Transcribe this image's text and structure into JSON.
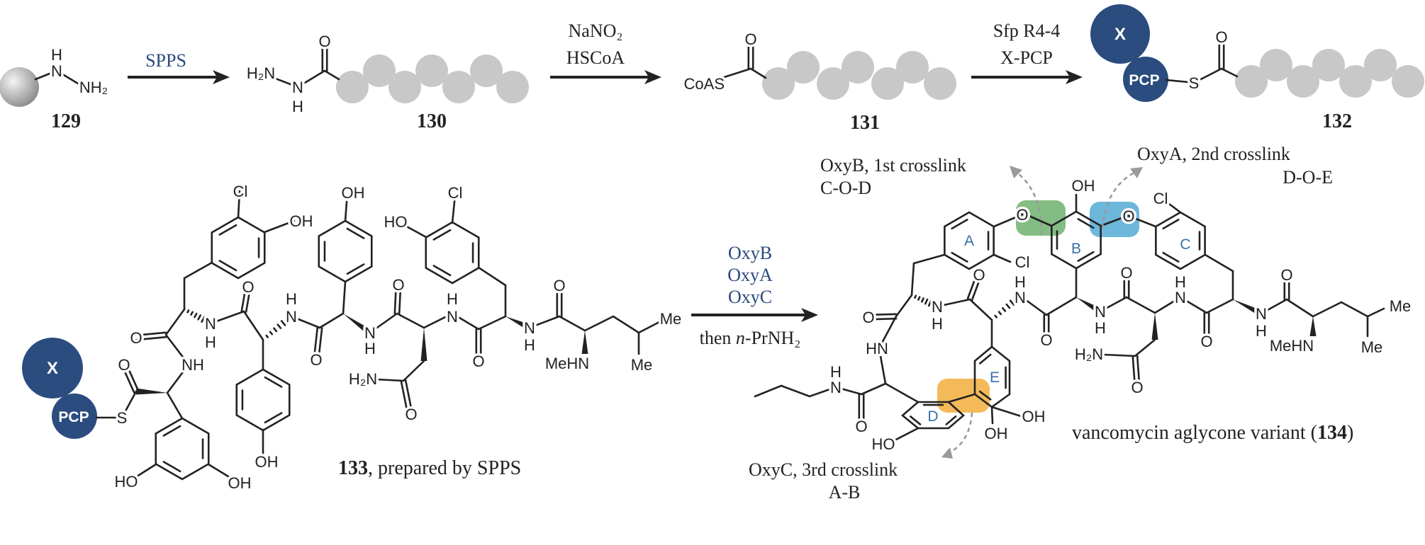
{
  "scheme": {
    "step1": {
      "reagent": "SPPS"
    },
    "step2": {
      "reagent_line1": "NaNO₂",
      "reagent_line2": "HSCoA"
    },
    "step3": {
      "reagent_line1": "Sfp R4-4",
      "reagent_line2": "X-PCP"
    },
    "step4": {
      "enzymes": [
        "OxyB",
        "OxyA",
        "OxyC"
      ],
      "then": "then ",
      "n": "n",
      "amine": "-PrNH₂"
    }
  },
  "compounds": {
    "c129": "129",
    "c130": "130",
    "c131": "131",
    "c132": "132",
    "c133": {
      "number": "133",
      "caption": ", prepared by SPPS"
    },
    "c134": {
      "caption": "vancomycin aglycone variant (",
      "number": "134",
      "close": ")"
    }
  },
  "carrier": {
    "domain": "X",
    "pcp": "PCP"
  },
  "crosslinks": [
    {
      "label": "OxyB, 1st crosslink",
      "rings": "C-O-D"
    },
    {
      "label": "OxyA, 2nd crosslink",
      "rings": "D-O-E"
    },
    {
      "label": "OxyC, 3rd crosslink",
      "rings": "A-B"
    }
  ],
  "ring_labels": [
    "A",
    "B",
    "C",
    "D",
    "E"
  ],
  "atoms": {
    "O": "O",
    "OH": "OH",
    "HO": "HO",
    "Cl": "Cl",
    "N": "N",
    "H": "H",
    "NH": "NH",
    "HN": "HN",
    "H2N": "H₂N",
    "NH2": "NH₂",
    "MeHN": "MeHN",
    "Me": "Me",
    "S": "S",
    "CoAS": "CoAS"
  },
  "colors": {
    "carrier_protein": "#2b4c7e",
    "peptide_bead": "#c8c8c8",
    "reagent_text": "#2b4a7b",
    "crosslink_1": "#6fb26f",
    "crosslink_2": "#52aad4",
    "crosslink_3": "#f2ae3c",
    "ring_label": "#3a6fa8"
  }
}
